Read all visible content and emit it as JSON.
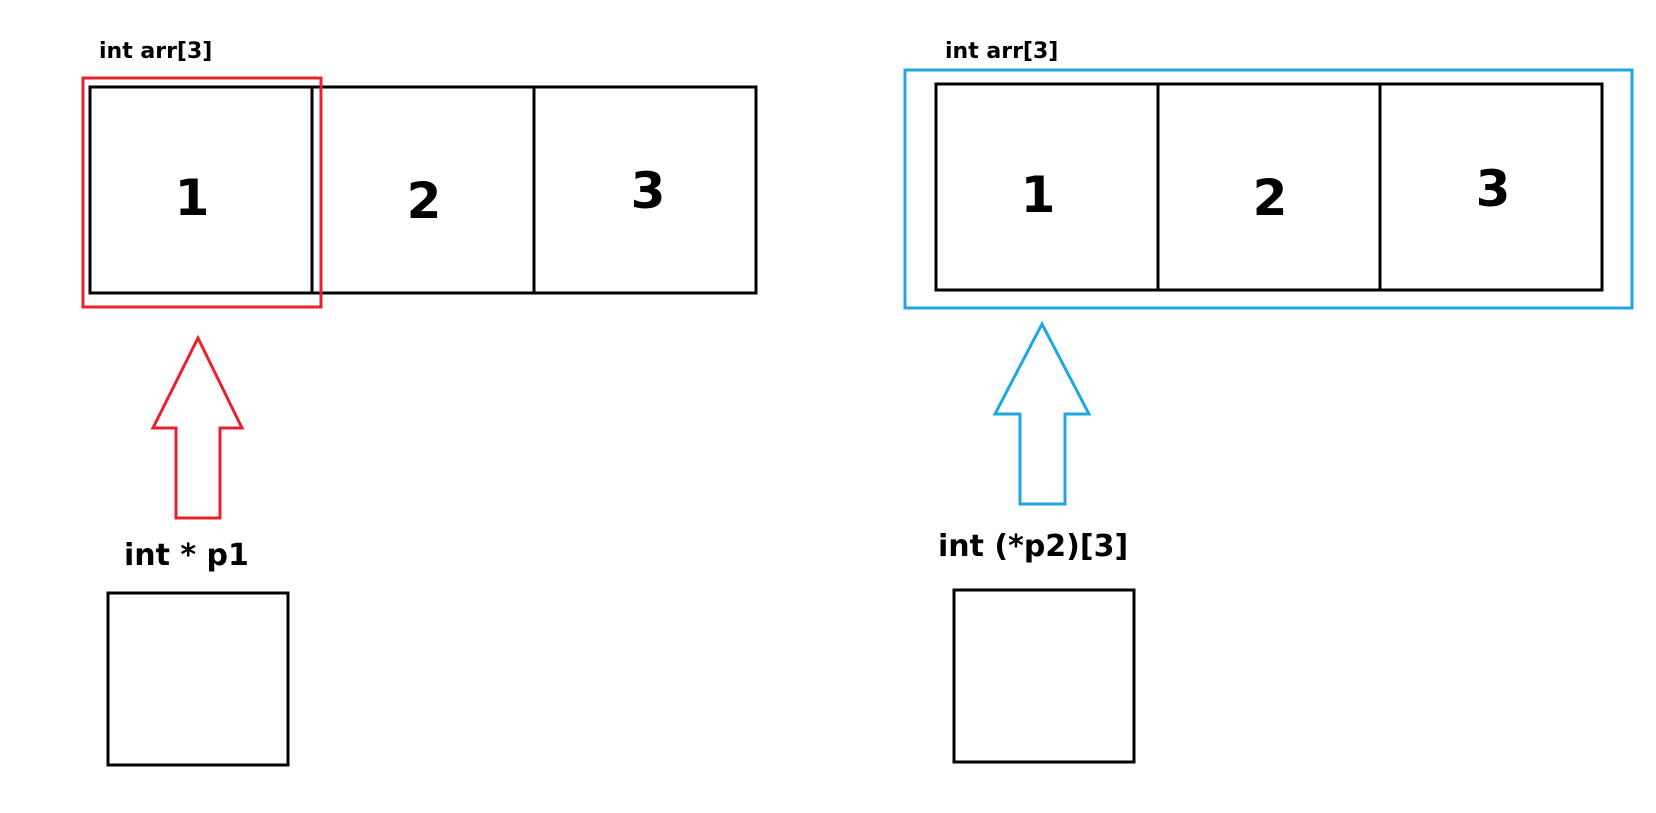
{
  "colors": {
    "left_highlight": "#e8222b",
    "right_highlight": "#1fa7e1",
    "outline": "#000000"
  },
  "left": {
    "array_label": "int arr[3]",
    "cells": [
      "1",
      "2",
      "3"
    ],
    "pointer_label": "int * p1",
    "highlight": "first-element"
  },
  "right": {
    "array_label": "int arr[3]",
    "cells": [
      "1",
      "2",
      "3"
    ],
    "pointer_label": "int (*p2)[3]",
    "highlight": "whole-array"
  }
}
